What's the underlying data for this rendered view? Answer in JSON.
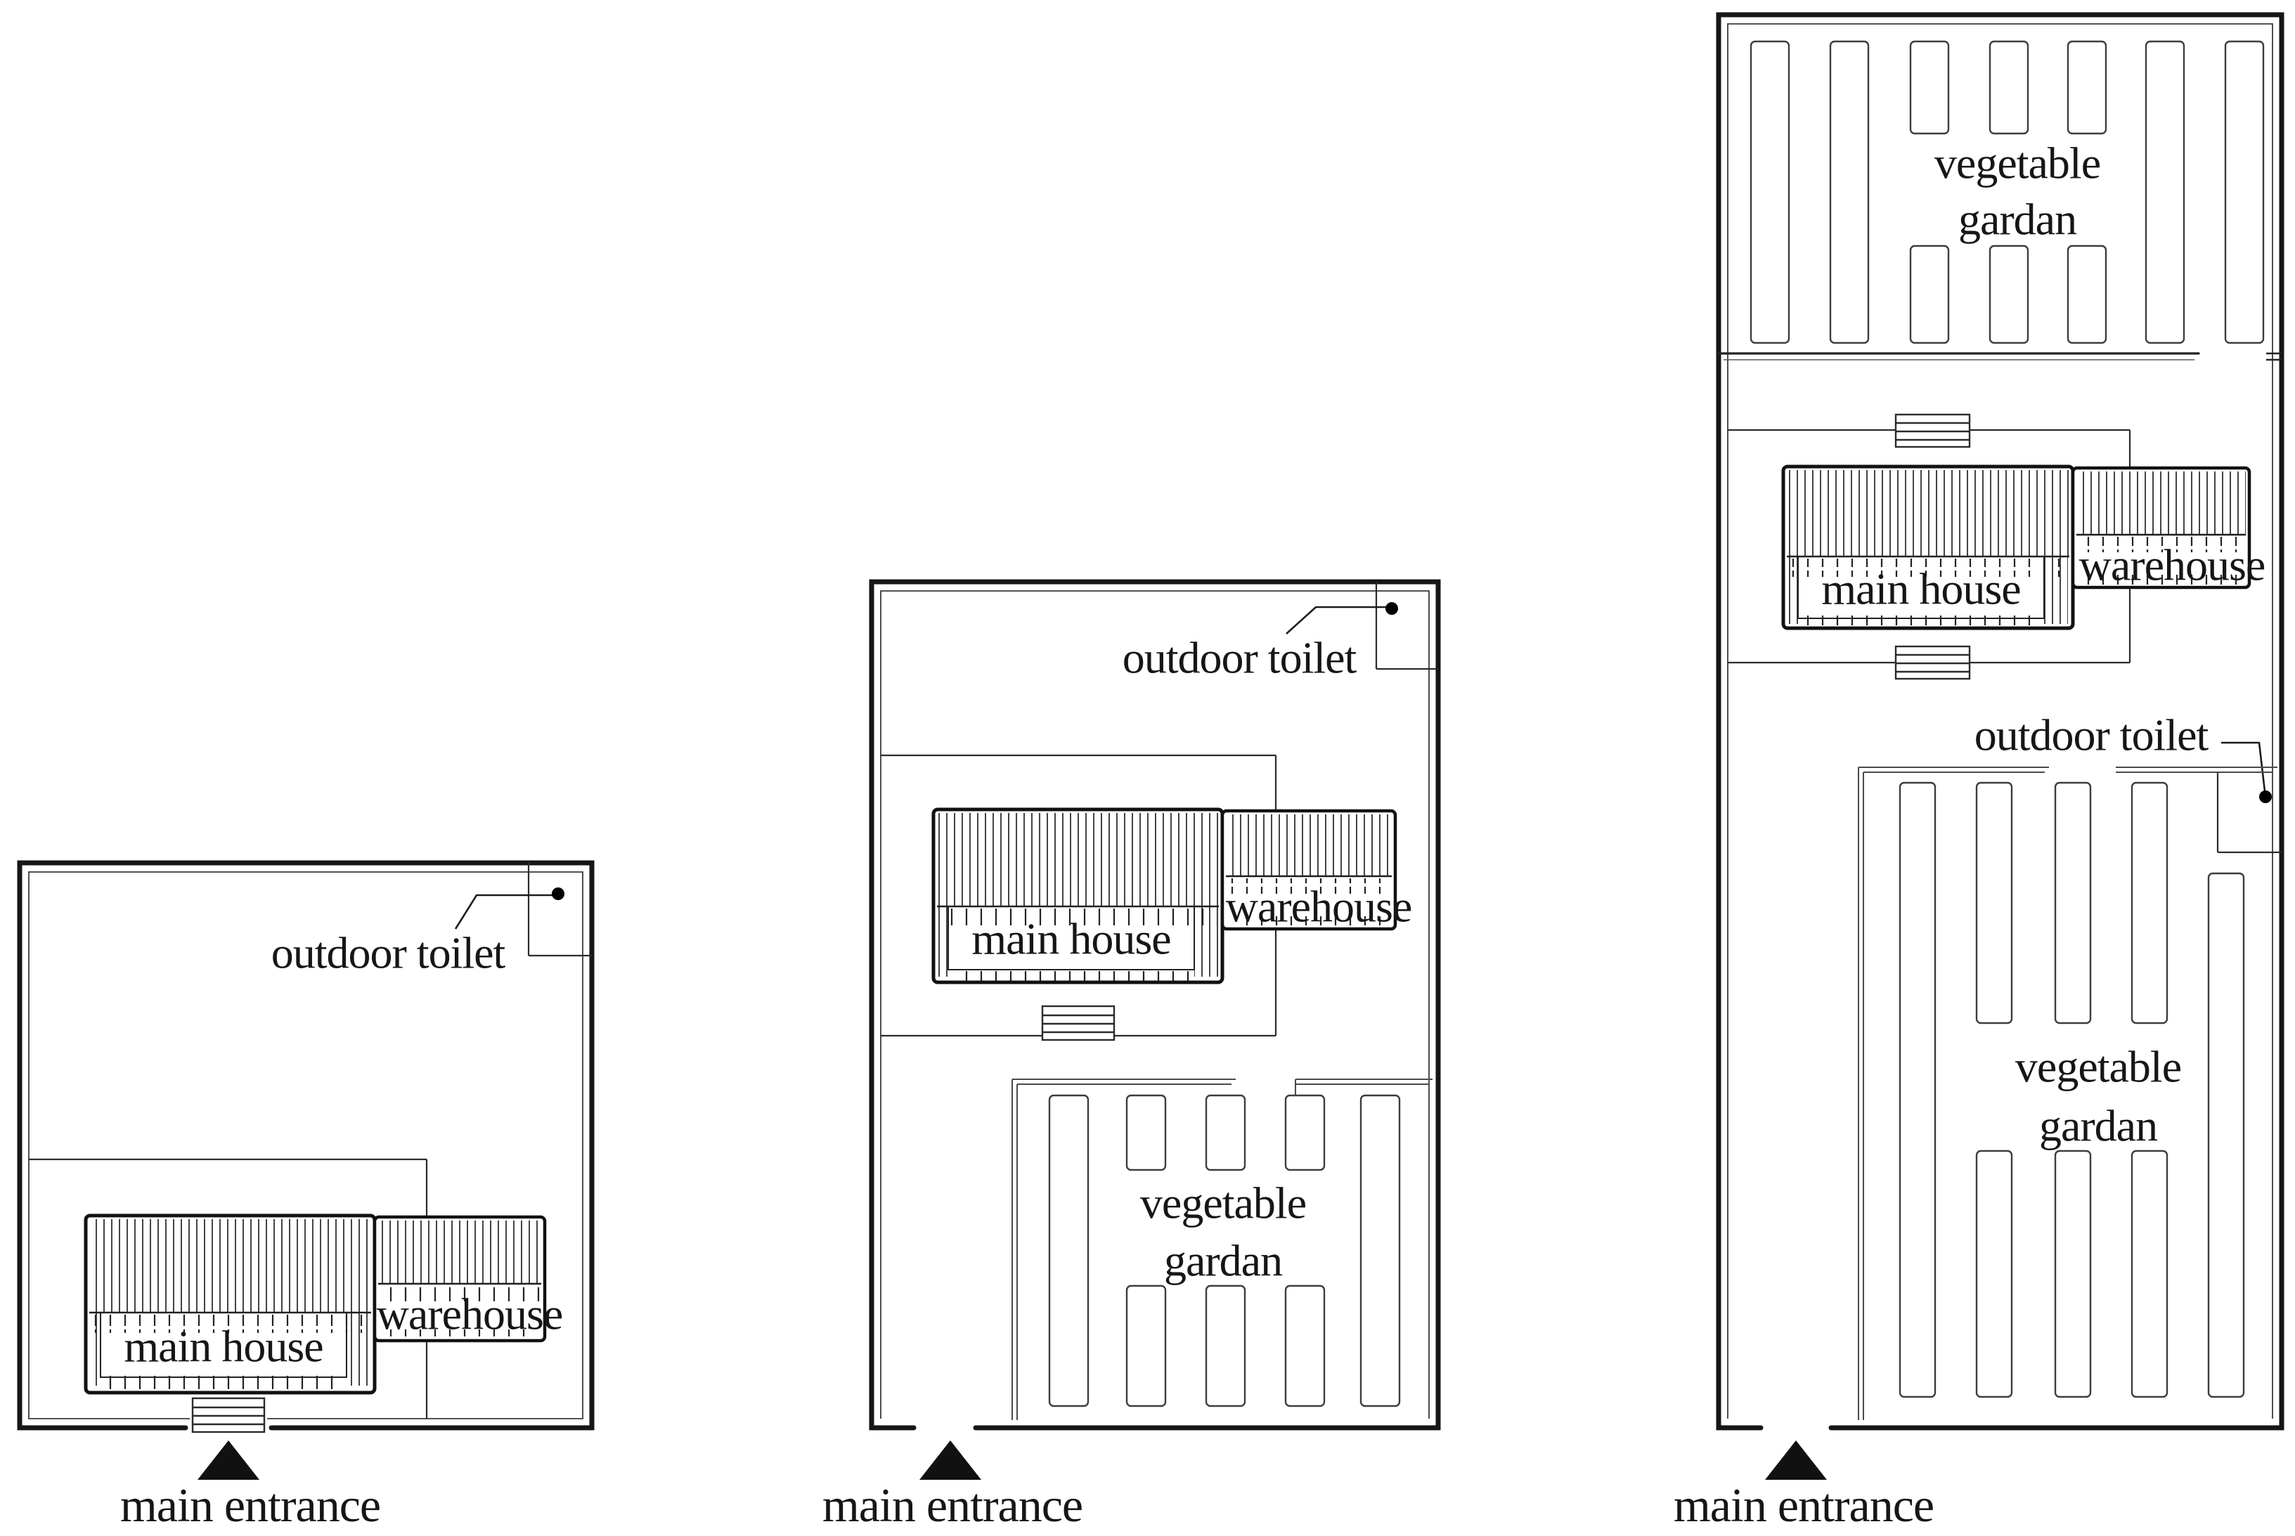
{
  "figure": {
    "description_labels": {
      "outdoor_toilet": "outdoor toilet",
      "main_house": "main house",
      "warehouse": "warehouse",
      "vegetable_garden_line1": "vegetable",
      "vegetable_garden_line2": "gardan",
      "main_entrance": "main entrance"
    }
  },
  "colors": {
    "ink": "#161616",
    "background": "#ffffff",
    "marker_dot": "#000000"
  },
  "plots": [
    {
      "outdoor_toilet_label": "outdoor toilet",
      "main_house_label": "main house",
      "warehouse_label": "warehouse",
      "main_entrance_label": "main entrance"
    },
    {
      "outdoor_toilet_label": "outdoor toilet",
      "main_house_label": "main house",
      "warehouse_label": "warehouse",
      "garden_label_line1": "vegetable",
      "garden_label_line2": "gardan",
      "main_entrance_label": "main entrance"
    },
    {
      "outdoor_toilet_label": "outdoor toilet",
      "main_house_label": "main house",
      "warehouse_label": "warehouse",
      "garden_top_label_line1": "vegetable",
      "garden_top_label_line2": "gardan",
      "garden_bottom_label_line1": "vegetable",
      "garden_bottom_label_line2": "gardan",
      "main_entrance_label": "main entrance"
    }
  ]
}
